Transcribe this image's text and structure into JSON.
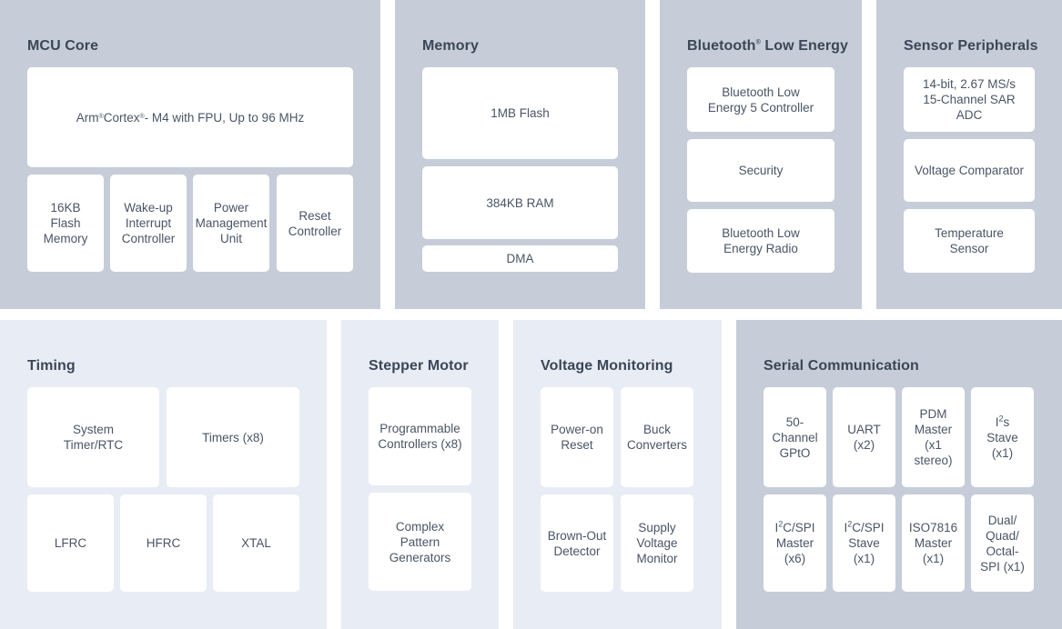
{
  "colors": {
    "dark_panel": "#c6cdd9",
    "light_panel": "#e8ecf4",
    "box": "#ffffff",
    "text": "#3b4656"
  },
  "mcu": {
    "title": "MCU Core",
    "core": {
      "arm": "Arm",
      "cortex": "Cortex",
      "rest": "- M4 with FPU, Up to 96 MHz",
      "reg": "®"
    },
    "flash": "16KB\nFlash\nMemory",
    "wakeup": "Wake-up\nInterrupt\nController",
    "power": "Power\nManagement\nUnit",
    "reset": "Reset\nController"
  },
  "memory": {
    "title": "Memory",
    "flash": "1MB Flash",
    "ram": "384KB RAM",
    "dma": "DMA"
  },
  "ble": {
    "title_a": "Bluetooth",
    "title_reg": "®",
    "title_b": " Low Energy",
    "controller": "Bluetooth Low\nEnergy 5 Controller",
    "security": "Security",
    "radio": "Bluetooth Low\nEnergy Radio"
  },
  "sensor": {
    "title": "Sensor Peripherals",
    "adc": "14-bit, 2.67 MS/s\n15-Channel SAR\nADC",
    "comparator": "Voltage Comparator",
    "temperature": "Temperature\nSensor"
  },
  "timing": {
    "title": "Timing",
    "system_timer": "System\nTimer/RTC",
    "timers": "Timers (x8)",
    "lfrc": "LFRC",
    "hfrc": "HFRC",
    "xtal": "XTAL"
  },
  "stepper": {
    "title": "Stepper Motor",
    "controllers": "Programmable\nControllers (x8)",
    "patterns": "Complex\nPattern\nGenerators"
  },
  "voltage": {
    "title": "Voltage Monitoring",
    "por": "Power-on\nReset",
    "buck": "Buck\nConverters",
    "brownout": "Brown-Out\nDetector",
    "supply": "Supply\nVoltage\nMonitor"
  },
  "serial": {
    "title": "Serial Communication",
    "gpio": "50-\nChannel\nGPtO",
    "uart": "UART\n(x2)",
    "pdm": "PDM\nMaster\n(x1 stereo)",
    "i2s_a": "I",
    "i2s_sup": "2",
    "i2s_b": "s\nStave\n(x1)",
    "i2c_master_a": "I",
    "i2c_master_sup": "2",
    "i2c_master_b": "C/SPI\nMaster\n(x6)",
    "i2c_slave_a": "I",
    "i2c_slave_sup": "2",
    "i2c_slave_b": "C/SPI\nStave\n(x1)",
    "iso": "ISO7816\nMaster\n(x1)",
    "spi": "Dual/\nQuad/\nOctal-\nSPI (x1)"
  }
}
